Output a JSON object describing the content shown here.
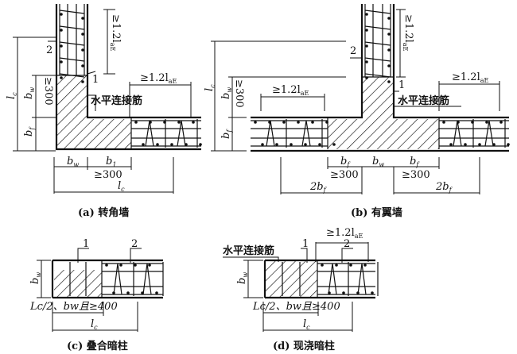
{
  "figure_a": {
    "caption": "(a) 转角墙",
    "label_1": "1",
    "label_2": "2",
    "horizontal_bar": "水平连接筋",
    "anchor_v": "≥1.2l",
    "anchor_v_sub": "aE",
    "anchor_h": "≥1.2l",
    "anchor_h_sub": "aE",
    "lc": "l",
    "lc_sub": "c",
    "bw": "b",
    "bw_sub": "w",
    "bf": "b",
    "bf_sub": "f",
    "min300_v": "≥300",
    "min300_h": "≥300",
    "b1": "b",
    "b1_sub": "1"
  },
  "figure_b": {
    "caption": "(b) 有翼墙",
    "label_1": "1",
    "label_2": "2",
    "horizontal_bar": "水平连接筋",
    "anchor_v": "≥1.2l",
    "anchor_v_sub": "aE",
    "anchor_left": "≥1.2l",
    "anchor_left_sub": "aE",
    "anchor_right": "≥1.2l",
    "anchor_right_sub": "aE",
    "lc": "l",
    "lc_sub": "c",
    "bw": "b",
    "bw_sub": "w",
    "bf": "b",
    "bf_sub": "f",
    "min300_v": "≥300",
    "min300_left": "≥300",
    "min300_right": "≥300",
    "two_bf": "2b",
    "two_bf_sub": "f"
  },
  "figure_c": {
    "caption": "(c) 叠合暗柱",
    "label_1": "1",
    "label_2": "2",
    "bw": "b",
    "bw_sub": "w",
    "length_rule": "Lc/2、bw且≥400",
    "lc": "l",
    "lc_sub": "c"
  },
  "figure_d": {
    "caption": "(d) 现浇暗柱",
    "label_1": "1",
    "label_2": "2",
    "horizontal_bar": "水平连接筋",
    "anchor": "≥1.2l",
    "anchor_sub": "aE",
    "bw": "b",
    "bw_sub": "w",
    "length_rule": "Lc/2、bw且≥400",
    "lc": "l",
    "lc_sub": "c"
  }
}
